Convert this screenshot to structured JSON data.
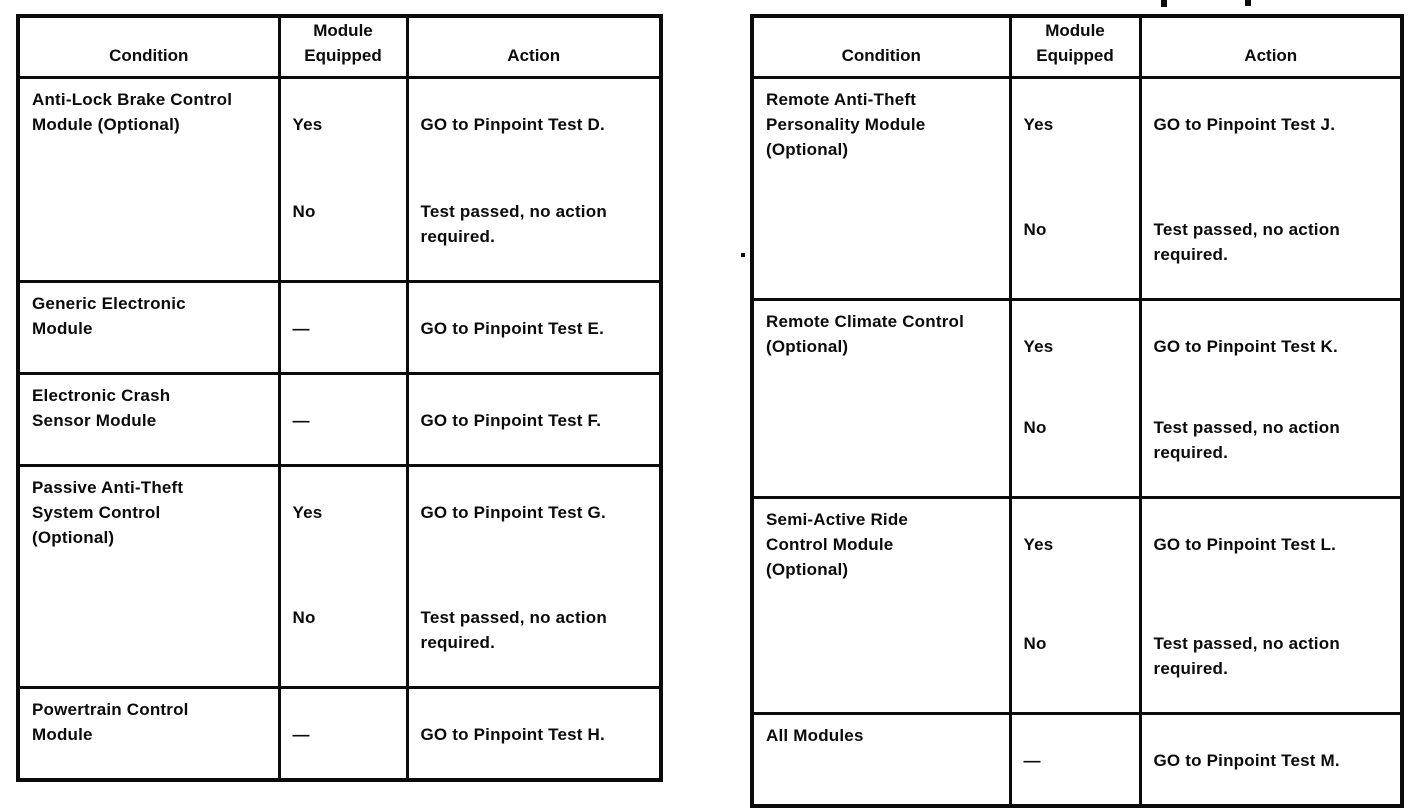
{
  "page": {
    "background": "#ffffff",
    "ink": "#0b0b0b",
    "kind": "scanned diagnostic table page"
  },
  "tables": [
    {
      "id": "left",
      "headers": {
        "condition": "Condition",
        "module_equipped": "Module\nEquipped",
        "action": "Action"
      },
      "rows": [
        {
          "condition": "Anti-Lock Brake Control\nModule (Optional)",
          "entries": [
            {
              "equipped": "Yes",
              "action": "GO to Pinpoint Test D."
            },
            {
              "equipped": "No",
              "action": "Test passed, no action\nrequired."
            }
          ]
        },
        {
          "condition": "Generic Electronic\nModule",
          "entries": [
            {
              "equipped": "—",
              "action": "GO to Pinpoint Test E."
            }
          ]
        },
        {
          "condition": "Electronic Crash\nSensor Module",
          "entries": [
            {
              "equipped": "—",
              "action": "GO to Pinpoint Test F."
            }
          ]
        },
        {
          "condition": "Passive Anti-Theft\nSystem Control\n(Optional)",
          "entries": [
            {
              "equipped": "Yes",
              "action": "GO to Pinpoint Test G."
            },
            {
              "equipped": "No",
              "action": "Test passed, no action\nrequired."
            }
          ]
        },
        {
          "condition": "Powertrain Control\nModule",
          "entries": [
            {
              "equipped": "—",
              "action": "GO to Pinpoint Test H."
            }
          ]
        }
      ]
    },
    {
      "id": "right",
      "headers": {
        "condition": "Condition",
        "module_equipped": "Module\nEquipped",
        "action": "Action"
      },
      "rows": [
        {
          "condition": "Remote Anti-Theft\nPersonality Module\n(Optional)",
          "entries": [
            {
              "equipped": "Yes",
              "action": "GO to Pinpoint Test J."
            },
            {
              "equipped": "No",
              "action": "Test passed, no action\nrequired."
            }
          ]
        },
        {
          "condition": "Remote Climate Control\n(Optional)",
          "entries": [
            {
              "equipped": "Yes",
              "action": "GO to Pinpoint Test K."
            },
            {
              "equipped": "No",
              "action": "Test passed, no action\nrequired."
            }
          ]
        },
        {
          "condition": "Semi-Active Ride\nControl Module\n(Optional)",
          "entries": [
            {
              "equipped": "Yes",
              "action": "GO to Pinpoint Test L."
            },
            {
              "equipped": "No",
              "action": "Test passed, no action\nrequired."
            }
          ]
        },
        {
          "condition": "All Modules",
          "entries": [
            {
              "equipped": "—",
              "action": "GO to Pinpoint Test M."
            }
          ]
        }
      ]
    }
  ]
}
